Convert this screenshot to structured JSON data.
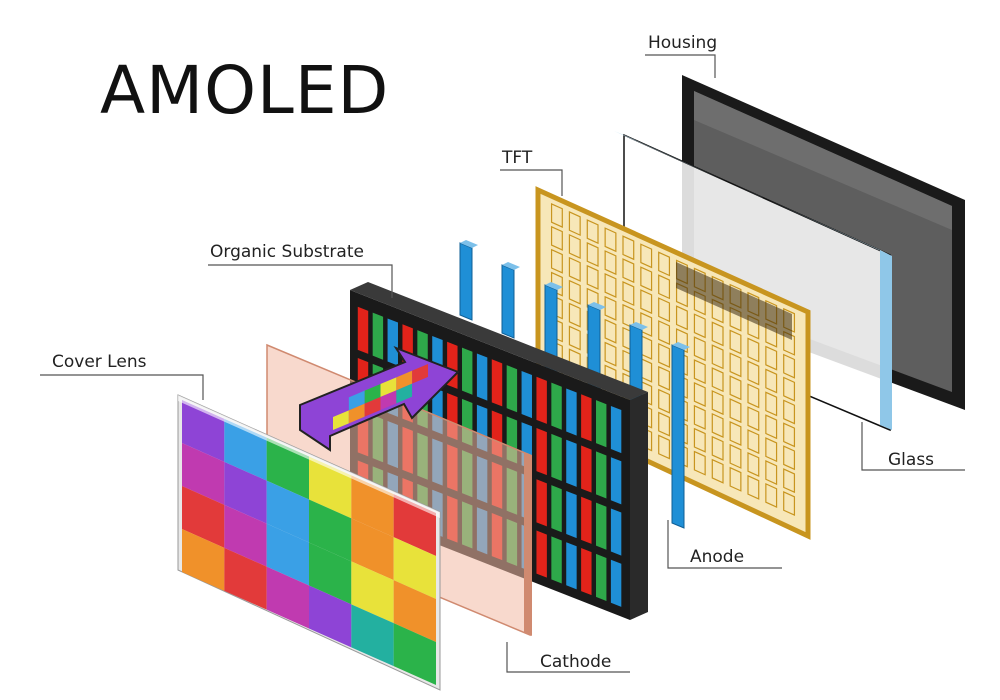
{
  "title": "AMOLED",
  "labels": {
    "housing": "Housing",
    "tft": "TFT",
    "organic_substrate": "Organic Substrate",
    "cover_lens": "Cover Lens",
    "glass": "Glass",
    "anode": "Anode",
    "cathode": "Cathode"
  },
  "colors": {
    "housing_frame": "#1a1a1a",
    "housing_screen": "#5e5e5e",
    "glass_edge": "#8fc7e8",
    "tft_fill": "#f7e7b8",
    "tft_border": "#c8951f",
    "anode_strip": "#1f8fd6",
    "substrate_frame": "#1a1a1a",
    "cathode_fill": "#f3b9a4",
    "subpixel_red": "#e2231a",
    "subpixel_green": "#2ea84a",
    "subpixel_blue": "#1f8fd6"
  },
  "cover_lens_palette": [
    "#8e44d6",
    "#3aa0e6",
    "#2bb34a",
    "#e8e23a",
    "#f0912a",
    "#e23a3a",
    "#c03ab0",
    "#23b0a0"
  ]
}
